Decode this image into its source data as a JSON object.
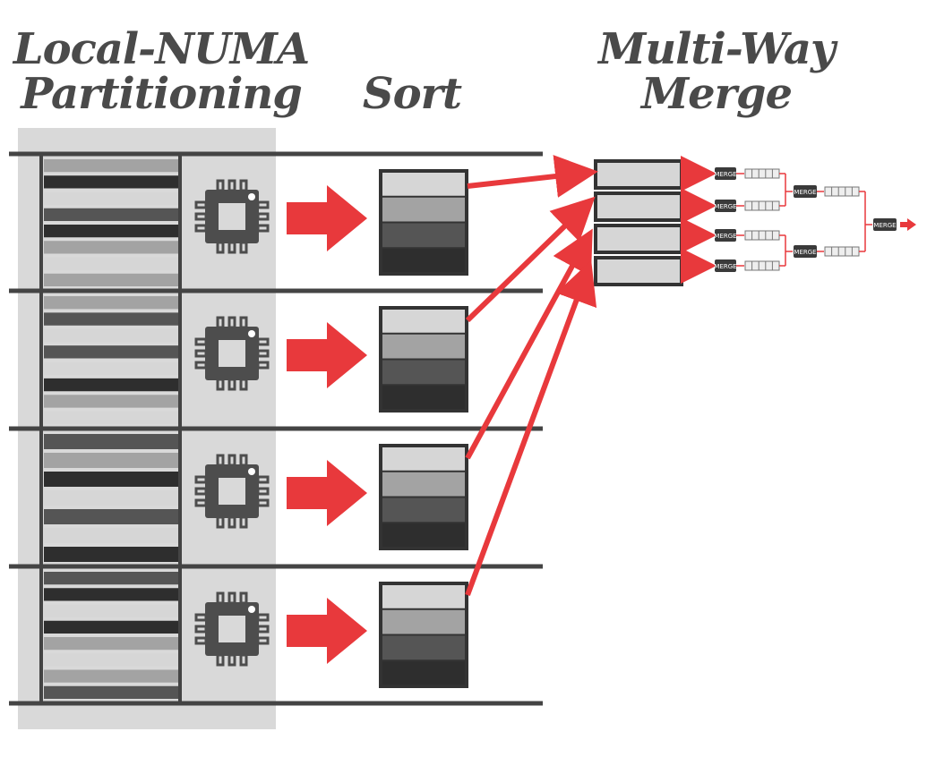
{
  "headers": {
    "partition_line1": "Local-NUMA",
    "partition_line2": "Partitioning",
    "sort": "Sort",
    "merge_line1": "Multi-Way",
    "merge_line2": "Merge"
  },
  "merge_label": "MERGE",
  "colors": {
    "accent": "#e8393c",
    "band": "#d9d9d9",
    "dark": "#2e2e2e",
    "medium": "#555555",
    "gray": "#a3a3a3",
    "light": "#d6d6d6",
    "border": "#333333",
    "chip": "#4d4d4d"
  },
  "icons": [
    "cpu-chip-icon",
    "right-arrow-icon",
    "merge-node-icon",
    "queue-buffer-icon"
  ],
  "partitions": [
    {
      "node": 1,
      "stripes": [
        "gray",
        "dark",
        "light",
        "medium",
        "dark",
        "gray",
        "light",
        "gray"
      ],
      "sorted_run": [
        "light",
        "gray",
        "medium",
        "dark"
      ]
    },
    {
      "node": 2,
      "stripes": [
        "gray",
        "medium",
        "light",
        "medium",
        "light",
        "dark",
        "gray",
        "light"
      ],
      "sorted_run": [
        "light",
        "gray",
        "medium",
        "dark"
      ]
    },
    {
      "node": 3,
      "stripes": [
        "medium",
        "gray",
        "dark",
        "light",
        "medium",
        "light",
        "dark"
      ],
      "sorted_run": [
        "light",
        "gray",
        "medium",
        "dark"
      ]
    },
    {
      "node": 4,
      "stripes": [
        "medium",
        "dark",
        "light",
        "dark",
        "gray",
        "light",
        "gray",
        "medium"
      ],
      "sorted_run": [
        "light",
        "gray",
        "medium",
        "dark"
      ]
    }
  ]
}
